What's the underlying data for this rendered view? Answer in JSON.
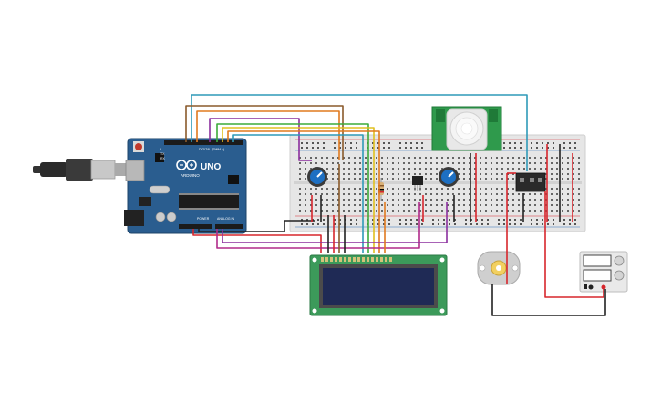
{
  "arduino": {
    "board_name": "UNO",
    "brand": "ARDUINO",
    "header_digital_label": "DIGITAL (PWM ~)",
    "header_power_label": "POWER",
    "header_analog_label": "ANALOG IN",
    "tx_label": "TX",
    "rx_label": "RX",
    "l_label": "L"
  },
  "colors": {
    "board": "#2a5d8f",
    "breadboard": "#e6e6e6",
    "lcd_pcb": "#3c9a5a",
    "lcd_screen": "#1f2a55",
    "pir_pcb": "#2f9a4c",
    "wire_red": "#d7262c",
    "wire_black": "#222222",
    "wire_teal": "#2f9ab8",
    "wire_brown": "#8a5a2b",
    "wire_purple": "#8b2f9e",
    "wire_green": "#3cab3a",
    "wire_yellow": "#e0c020",
    "wire_orange": "#e07a1f",
    "wire_magenta": "#b02a8a"
  }
}
